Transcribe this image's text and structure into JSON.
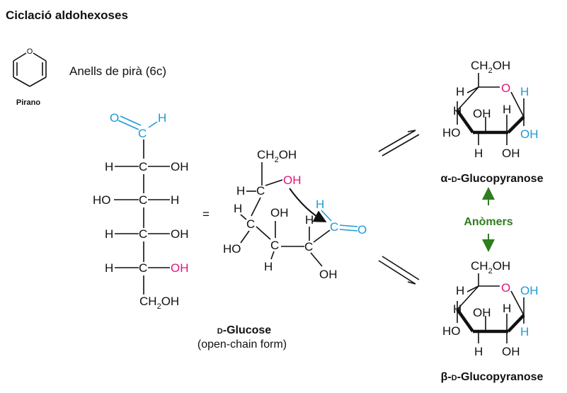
{
  "title": "Ciclació aldohexoses",
  "pyran": {
    "ring_o": "O",
    "name": "Pirano",
    "description": "Anells de pirà (6c)"
  },
  "glucose": {
    "aldehyde_o": "O",
    "aldehyde_c": "C",
    "aldehyde_h": "H",
    "H": "H",
    "C": "C",
    "OH": "OH",
    "HO": "HO",
    "CH2": "CH",
    "sub2": "2",
    "OHsuffix": "OH",
    "equals": "=",
    "name": "D-Glucose",
    "name_prefix": "D",
    "name_rest": "-Glucose",
    "form": "(open-chain form)"
  },
  "anomers": {
    "alpha_name": "α-D-Glucopyranose",
    "alpha_prefix": "α-",
    "alpha_d": "D",
    "alpha_rest": "-Glucopyranose",
    "beta_name": "β-D-Glucopyranose",
    "beta_prefix": "β-",
    "beta_d": "D",
    "beta_rest": "-Glucopyranose",
    "label": "Anòmers"
  },
  "colors": {
    "carbonyl": "#1e9ad6",
    "hydroxyl_c5": "#e0157a",
    "anomer_label": "#2e7d1f"
  }
}
